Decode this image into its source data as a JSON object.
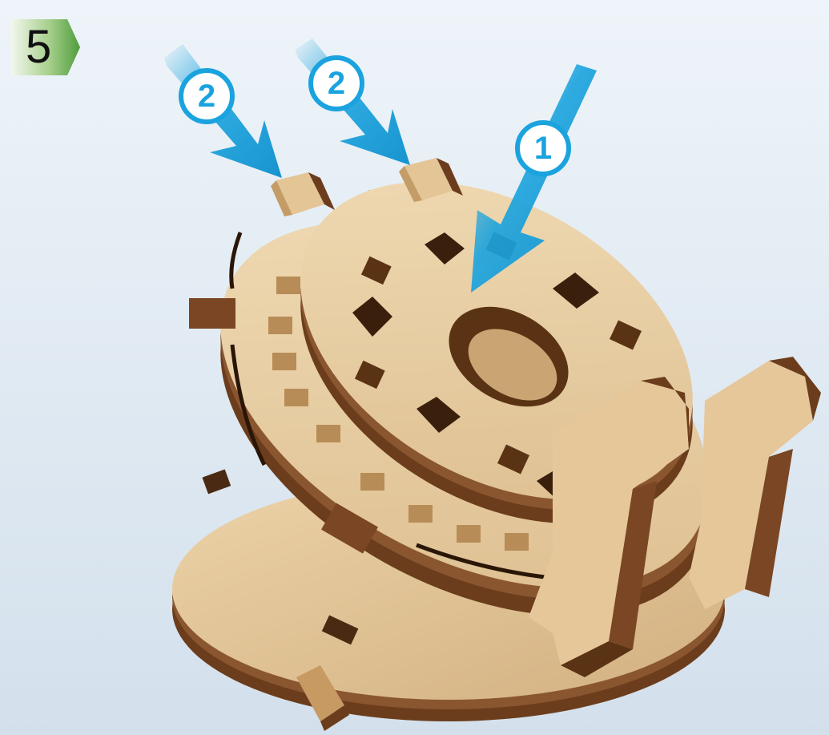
{
  "step": {
    "number": "5",
    "badge_color": "#5fa84e"
  },
  "callouts": [
    {
      "label": "2",
      "color": "#1aa3de"
    },
    {
      "label": "2",
      "color": "#1aa3de"
    },
    {
      "label": "1",
      "color": "#1aa3de"
    }
  ],
  "colors": {
    "background_top": "#e8f0f6",
    "background_bottom": "#cfdde9",
    "wood_light": "#e9cfa3",
    "wood_edge": "#6b3d1c",
    "arrow": "#1aa3de"
  }
}
